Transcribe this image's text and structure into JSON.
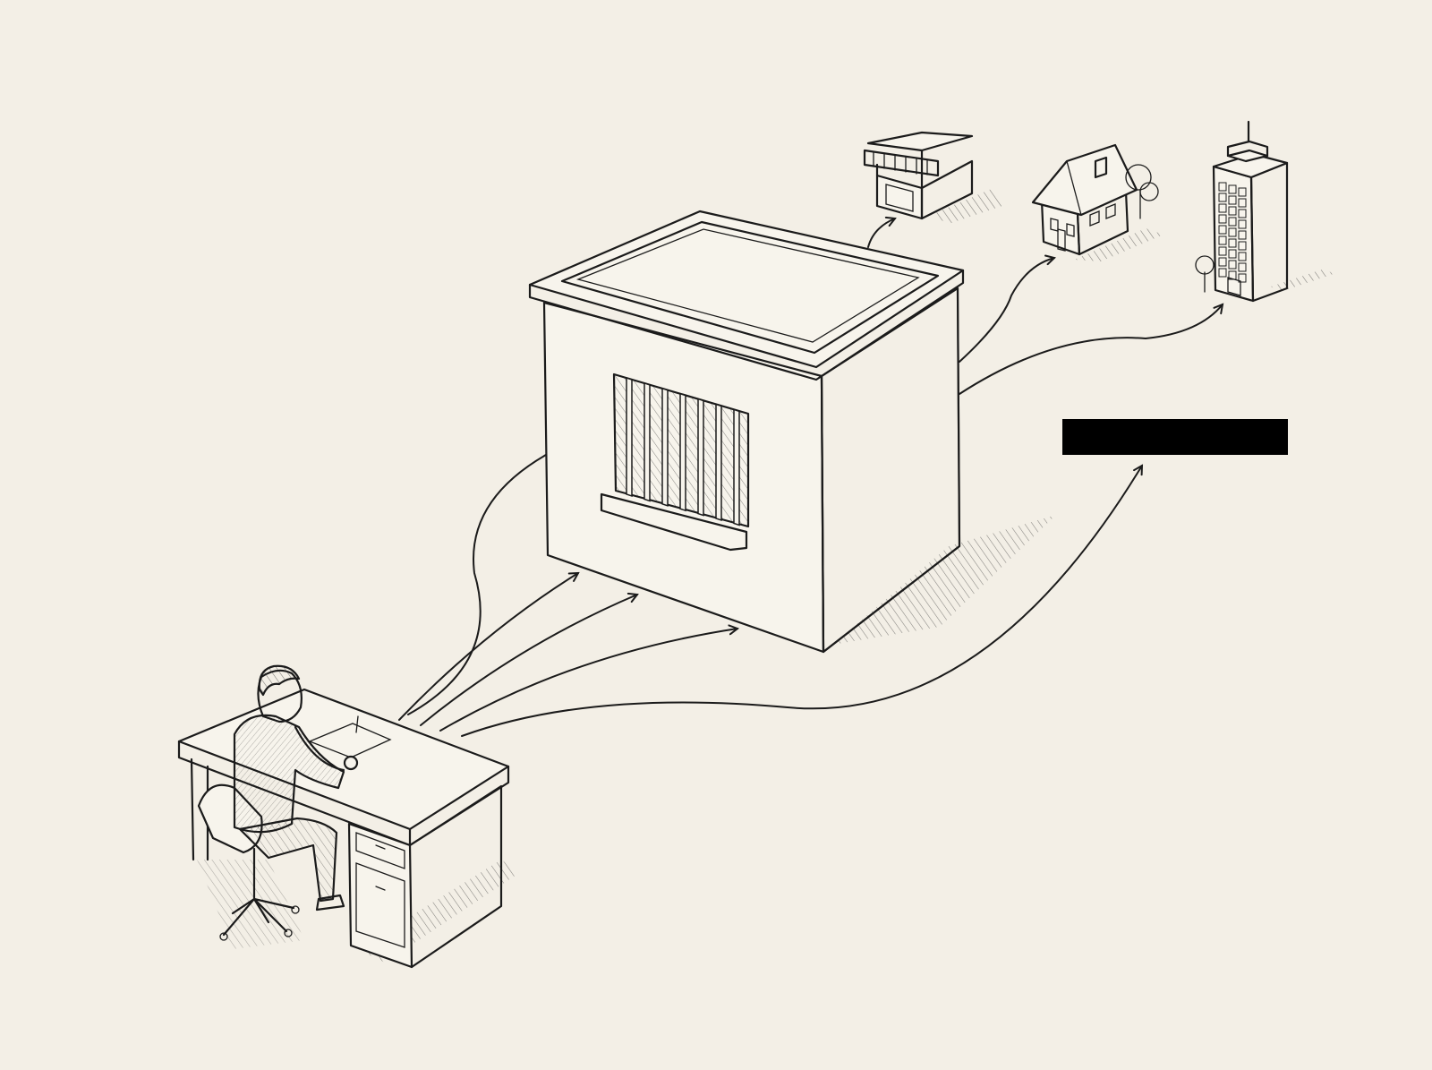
{
  "scene": {
    "background_color": "#f3efe6",
    "ink_color": "#1b1b1b",
    "accent_color": "#1f4f45",
    "redaction_color": "#000000",
    "nodes": [
      {
        "id": "person-at-desk",
        "icon": "person-desk-icon"
      },
      {
        "id": "prison-building",
        "icon": "jail-building-icon"
      },
      {
        "id": "shop",
        "icon": "storefront-icon"
      },
      {
        "id": "house",
        "icon": "house-icon"
      },
      {
        "id": "office-tower",
        "icon": "office-tower-icon"
      },
      {
        "id": "redacted-label",
        "icon": "redaction-bar"
      }
    ],
    "flows": [
      {
        "from": "person-at-desk",
        "to": "prison-building"
      },
      {
        "from": "person-at-desk",
        "to": "prison-building"
      },
      {
        "from": "person-at-desk",
        "to": "prison-building"
      },
      {
        "from": "person-at-desk",
        "to": "redacted-label"
      },
      {
        "from": "prison-building",
        "to": "shop"
      },
      {
        "from": "prison-building",
        "to": "house"
      },
      {
        "from": "prison-building",
        "to": "office-tower"
      }
    ]
  }
}
